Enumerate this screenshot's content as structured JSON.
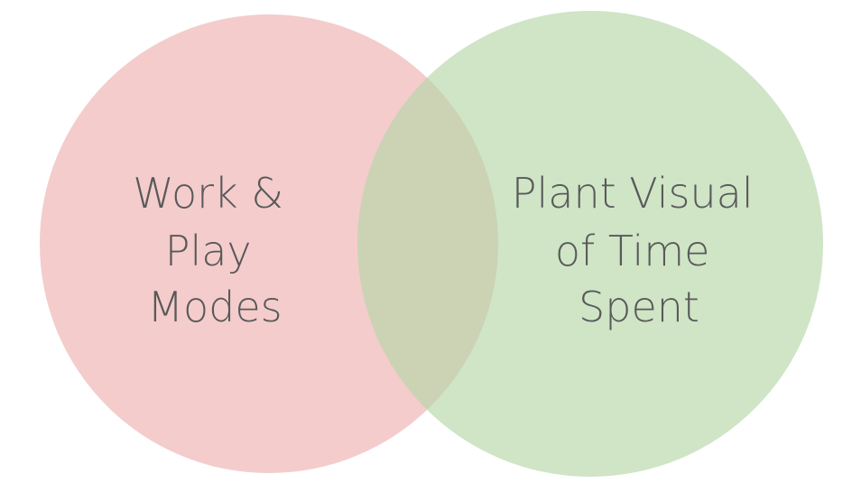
{
  "diagram": {
    "type": "venn",
    "sets": [
      {
        "key": "left",
        "color": "#f4cccc",
        "label_lines": [
          "Work &",
          "Play",
          "Modes"
        ]
      },
      {
        "key": "right",
        "color": "#b6d7a8",
        "label_lines": [
          "Plant Visual",
          "of Time",
          "Spent"
        ]
      }
    ]
  }
}
